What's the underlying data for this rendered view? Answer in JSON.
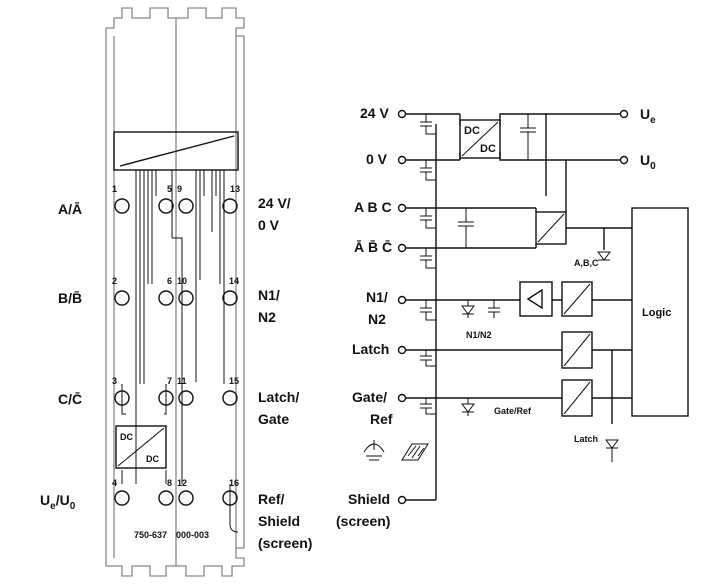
{
  "module": {
    "part_number": "750-637",
    "variant": "000-003",
    "pin_numbers": [
      "1",
      "5",
      "9",
      "13",
      "2",
      "6",
      "10",
      "14",
      "3",
      "7",
      "11",
      "15",
      "4",
      "8",
      "12",
      "16"
    ],
    "converter_label_top": "DC",
    "converter_label_bottom": "DC"
  },
  "left_labels": {
    "row1": "A/Ā",
    "row2": "B/B̄",
    "row3": "C/C̄",
    "row4_main": "U",
    "row4_sub1": "e",
    "row4_mid": "/U",
    "row4_sub2": "0"
  },
  "right_labels": {
    "row1_line1": "24 V/",
    "row1_line2": "0 V",
    "row2_line1": "N1/",
    "row2_line2": "N2",
    "row3_line1": "Latch/",
    "row3_line2": "Gate",
    "row4_line1": "Ref/",
    "row4_line2": "Shield",
    "row4_line3": "(screen)"
  },
  "schematic": {
    "inputs": {
      "v24": "24 V",
      "v0": "0 V",
      "abc": "A B C",
      "abc_bar": "Ā B̄ C̄",
      "n1": "N1/",
      "n2": "N2",
      "latch": "Latch",
      "gate": "Gate/",
      "ref": "Ref",
      "shield": "Shield",
      "screen": "(screen)"
    },
    "outputs": {
      "ue_main": "U",
      "ue_sub": "e",
      "u0_main": "U",
      "u0_sub": "0"
    },
    "converter_top": "DC",
    "converter_bottom": "DC",
    "logic": "Logic",
    "led_abc": "A,B,C",
    "led_n1n2": "N1/N2",
    "led_gate_ref": "Gate/Ref",
    "led_latch": "Latch"
  }
}
